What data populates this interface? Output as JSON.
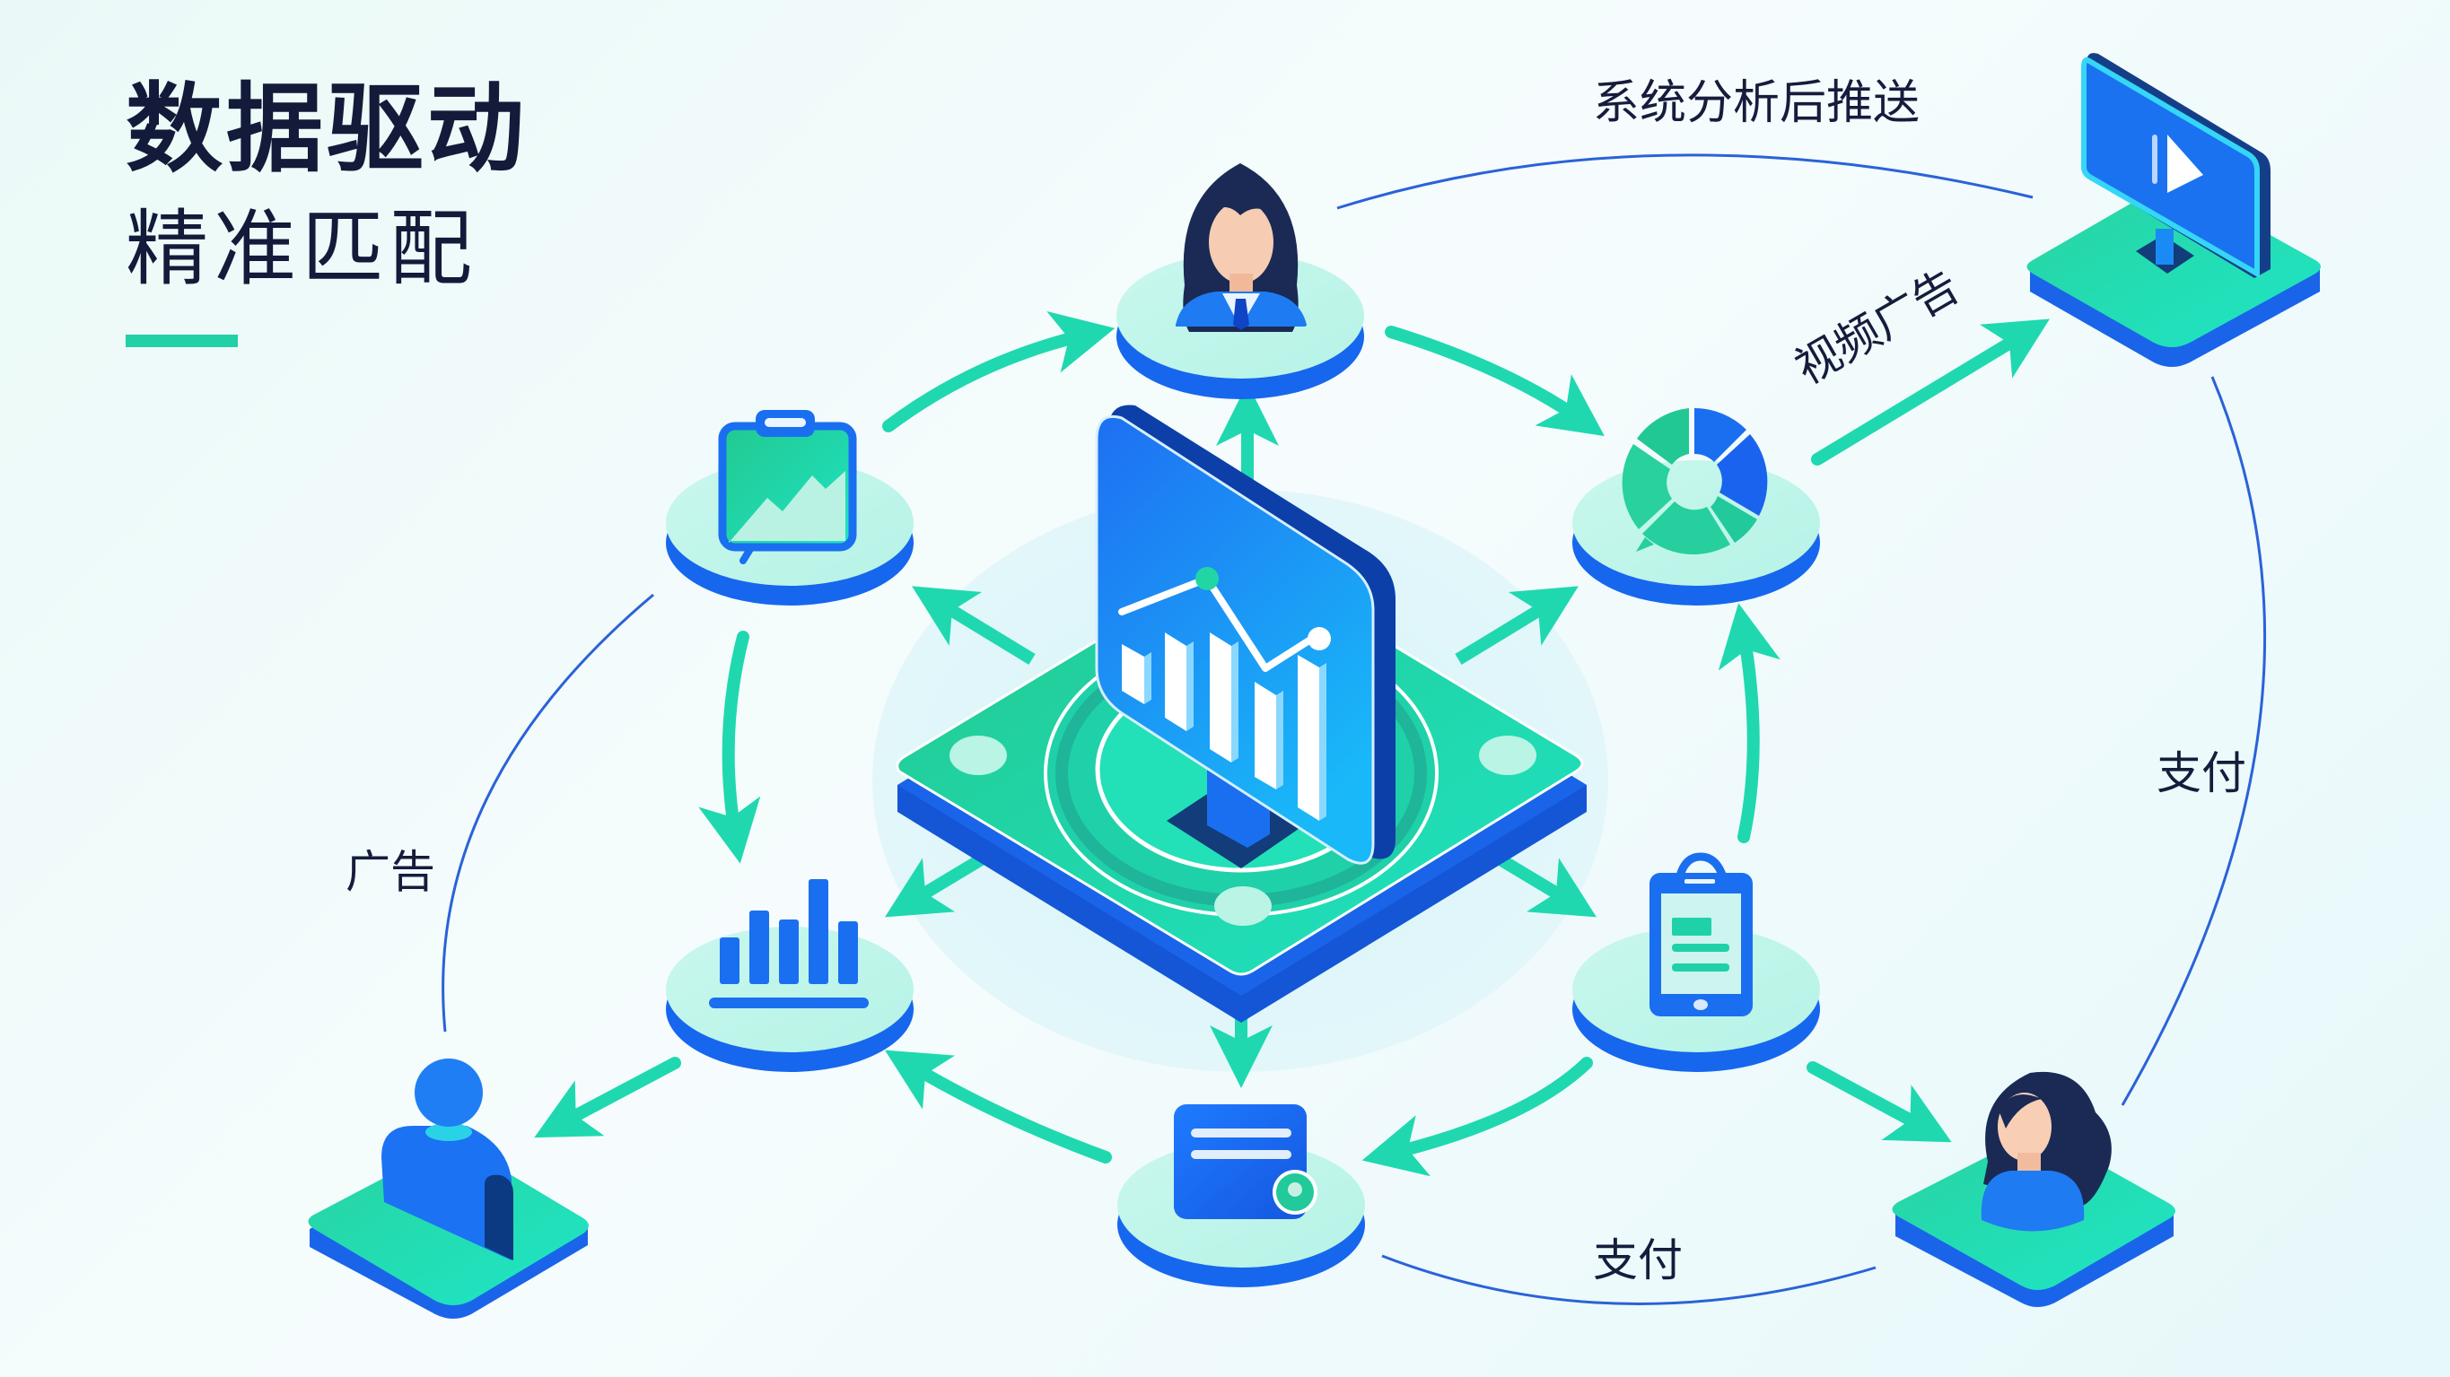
{
  "header": {
    "title": "数据驱动",
    "subtitle": "精准匹配"
  },
  "labels": {
    "push_after_analysis": "系统分析后推送",
    "video_ad": "视频广告",
    "ad": "广告",
    "pay_right": "支付",
    "pay_bottom": "支付"
  },
  "nodes": [
    {
      "id": "central-platform",
      "icon": "dashboard-monitor-bar-line-chart"
    },
    {
      "id": "top-analyst",
      "icon": "businesswoman-avatar"
    },
    {
      "id": "top-left",
      "icon": "clipboard-area-chart"
    },
    {
      "id": "top-right",
      "icon": "donut-pie-chart"
    },
    {
      "id": "left",
      "icon": "bar-chart"
    },
    {
      "id": "right",
      "icon": "mobile-phone-shopping"
    },
    {
      "id": "bottom",
      "icon": "wallet"
    },
    {
      "id": "bottom-left",
      "icon": "user-advertiser"
    },
    {
      "id": "bottom-right",
      "icon": "customer-woman"
    },
    {
      "id": "top-right-monitor",
      "icon": "video-play-monitor"
    }
  ],
  "colors": {
    "primary_blue": "#1a6ff0",
    "dark_blue": "#0b3a7a",
    "teal": "#1fd8b0",
    "mint": "#c2f6ea",
    "text": "#161c3c",
    "line_blue": "#2a62d8",
    "background": "#eef9f9"
  }
}
